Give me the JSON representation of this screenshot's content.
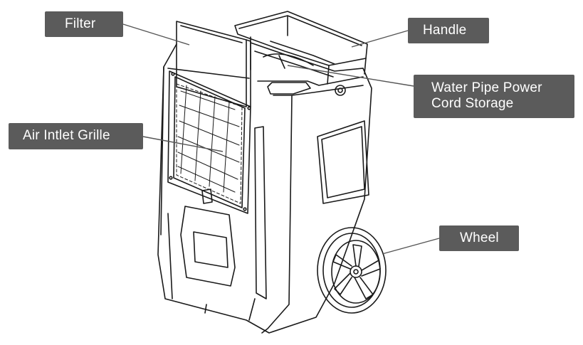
{
  "labels": {
    "filter": "Filter",
    "handle": "Handle",
    "water_pipe": [
      "Water Pipe Power",
      "Cord Storage"
    ],
    "air_inlet": "Air Intlet Grille",
    "wheel": "Wheel"
  },
  "colors": {
    "label_bg": "#5b5b5b",
    "label_text": "#ffffff",
    "line_art": "#1a1a1a",
    "leader": "#555555"
  }
}
